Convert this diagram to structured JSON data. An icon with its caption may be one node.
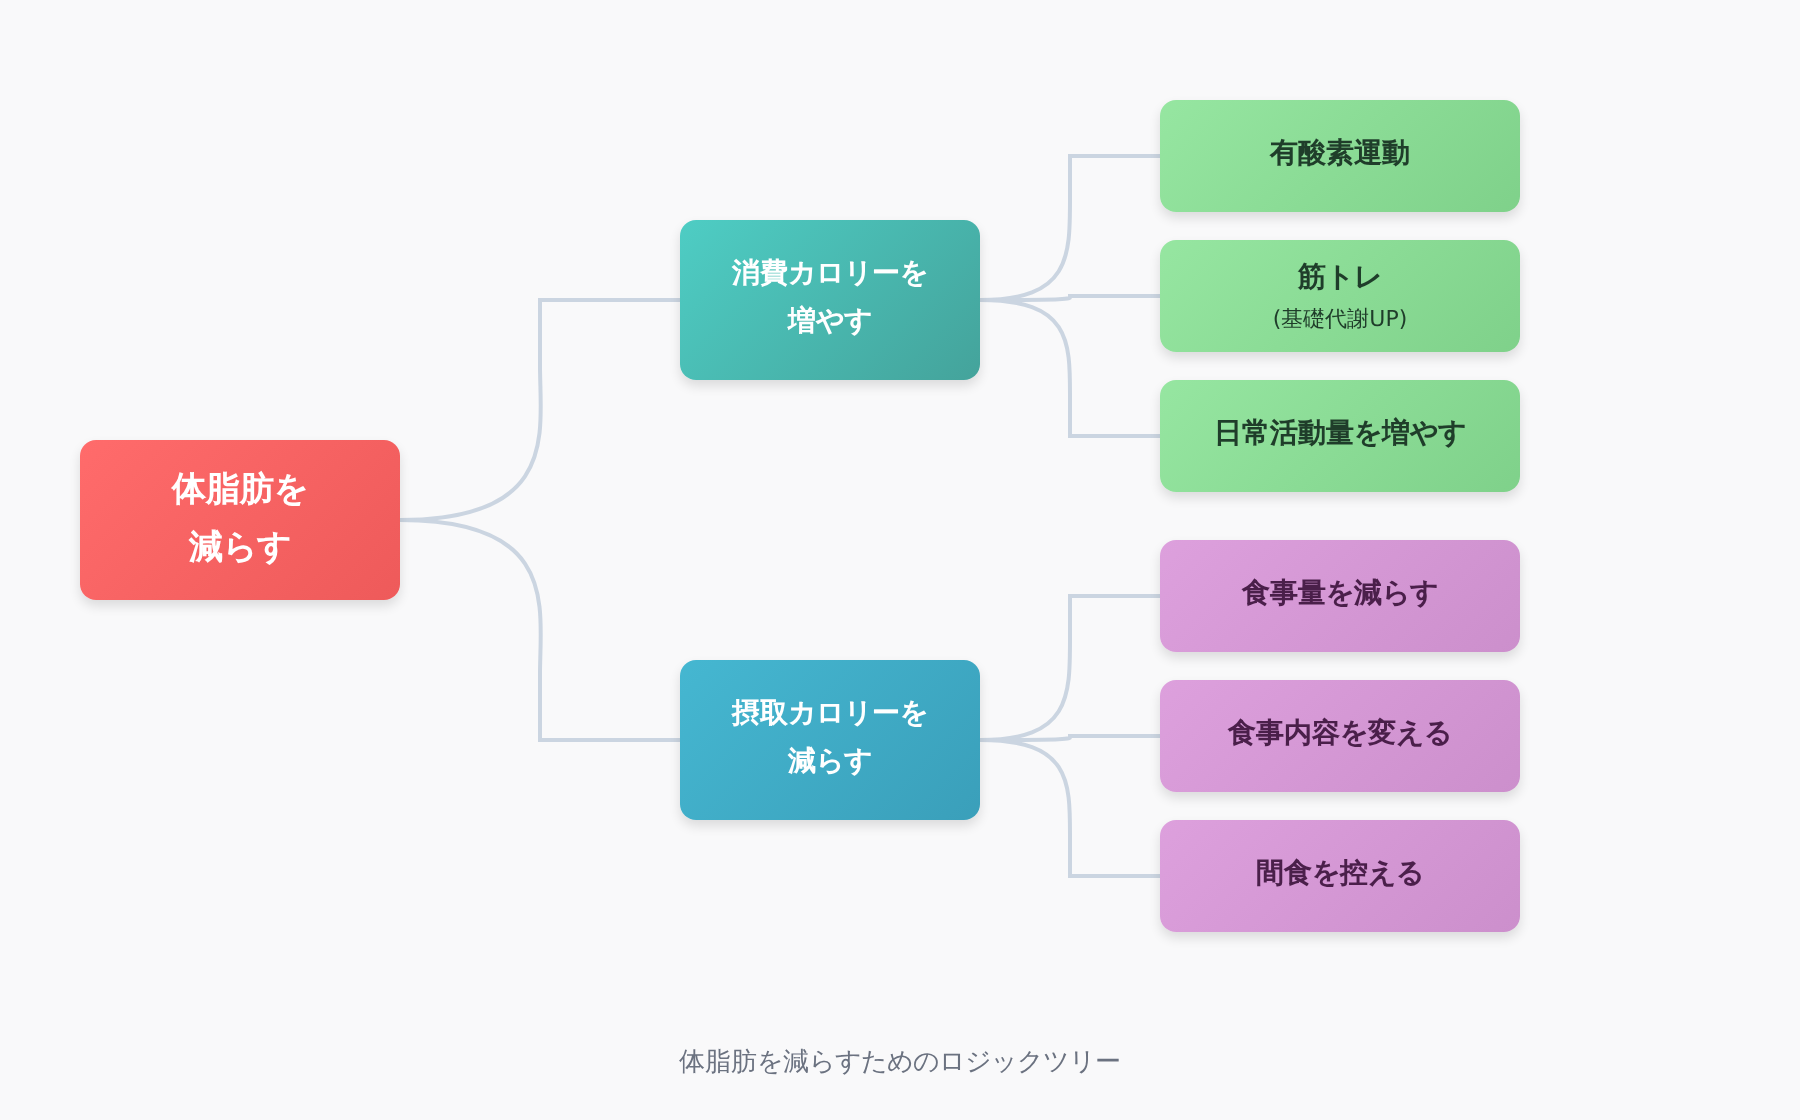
{
  "diagram": {
    "caption": "体脂肪を減らすためのロジックツリー",
    "nodes": [
      {
        "text": [
          "体脂肪を減らす"
        ]
      },
      {
        "text": [
          "消費カロリーを増やす"
        ]
      },
      {
        "text": [
          "摂取カロリーを減らす"
        ]
      },
      {
        "text": [
          "有酸素運動"
        ]
      },
      {
        "text": [
          "筋トレ",
          "(基礎代謝UP)"
        ]
      },
      {
        "text": [
          "日常活動量を増やす"
        ]
      },
      {
        "text": [
          "食事量を減らす"
        ]
      },
      {
        "text": [
          "食事内容を変える"
        ]
      },
      {
        "text": [
          "間食を控える"
        ]
      }
    ],
    "edges": [
      {
        "from": 0,
        "to": 1,
        "arrow": "none"
      },
      {
        "from": 0,
        "to": 2,
        "arrow": "none"
      },
      {
        "from": 1,
        "to": 3,
        "arrow": "none"
      },
      {
        "from": 1,
        "to": 4,
        "arrow": "none"
      },
      {
        "from": 1,
        "to": 5,
        "arrow": "none"
      },
      {
        "from": 2,
        "to": 6,
        "arrow": "none"
      },
      {
        "from": 2,
        "to": 7,
        "arrow": "none"
      },
      {
        "from": 2,
        "to": 8,
        "arrow": "none"
      }
    ]
  }
}
